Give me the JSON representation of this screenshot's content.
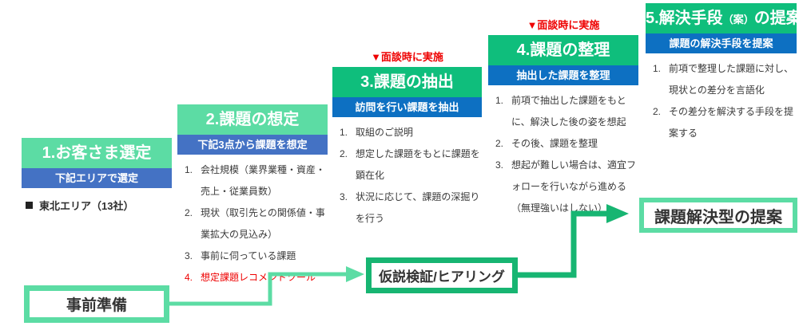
{
  "palette": {
    "light_green": "#5CDCA4",
    "strong_green": "#0FBE7C",
    "muted_blue": "#4472C4",
    "bright_blue": "#0D70C2",
    "flow_green": "#17B572",
    "alert_red": "#EE0000",
    "body_text": "#3a3a3a"
  },
  "columns": [
    {
      "title": "1.お客さま選定",
      "subtitle": "下記エリアで選定",
      "bullet": "東北エリア（13社）"
    },
    {
      "title": "2.課題の想定",
      "subtitle": "下記3点から課題を想定",
      "items": [
        {
          "num": "1.",
          "text": "会社規模（業界業種・資産・売上・従業員数）"
        },
        {
          "num": "2.",
          "text": "現状（取引先との関係値・事業拡大の見込み）"
        },
        {
          "num": "3.",
          "text": "事前に伺っている課題"
        },
        {
          "num": "4.",
          "text": "想定課題レコメンドツール"
        }
      ]
    },
    {
      "pre_label": "▼面談時に実施",
      "title": "3.課題の抽出",
      "subtitle": "訪問を行い課題を抽出",
      "items": [
        {
          "num": "1.",
          "text": "取組のご説明"
        },
        {
          "num": "2.",
          "text": "想定した課題をもとに課題を顕在化"
        },
        {
          "num": "3.",
          "text": "状況に応じて、課題の深掘りを行う"
        }
      ]
    },
    {
      "pre_label": "▼面談時に実施",
      "title": "4.課題の整理",
      "subtitle": "抽出した課題を整理",
      "items": [
        {
          "num": "1.",
          "text": "前項で抽出した課題をもとに、解決した後の姿を想起"
        },
        {
          "num": "2.",
          "text": "その後、課題を整理"
        },
        {
          "num": "3.",
          "text": "想起が難しい場合は、適宜フォローを行いながら進める（無理強いはしない）"
        }
      ]
    },
    {
      "title_pre": "5.解決手段",
      "title_small": "（案）",
      "title_post": "の提案",
      "subtitle": "課題の解決手段を提案",
      "items": [
        {
          "num": "1.",
          "text": "前項で整理した課題に対し、現状との差分を言語化"
        },
        {
          "num": "2.",
          "text": "その差分を解決する手段を提案する"
        }
      ]
    }
  ],
  "flow": {
    "prep_label": "事前準備",
    "hearing_label": "仮説検証/ヒアリング",
    "proposal_label": "課題解決型の提案"
  }
}
